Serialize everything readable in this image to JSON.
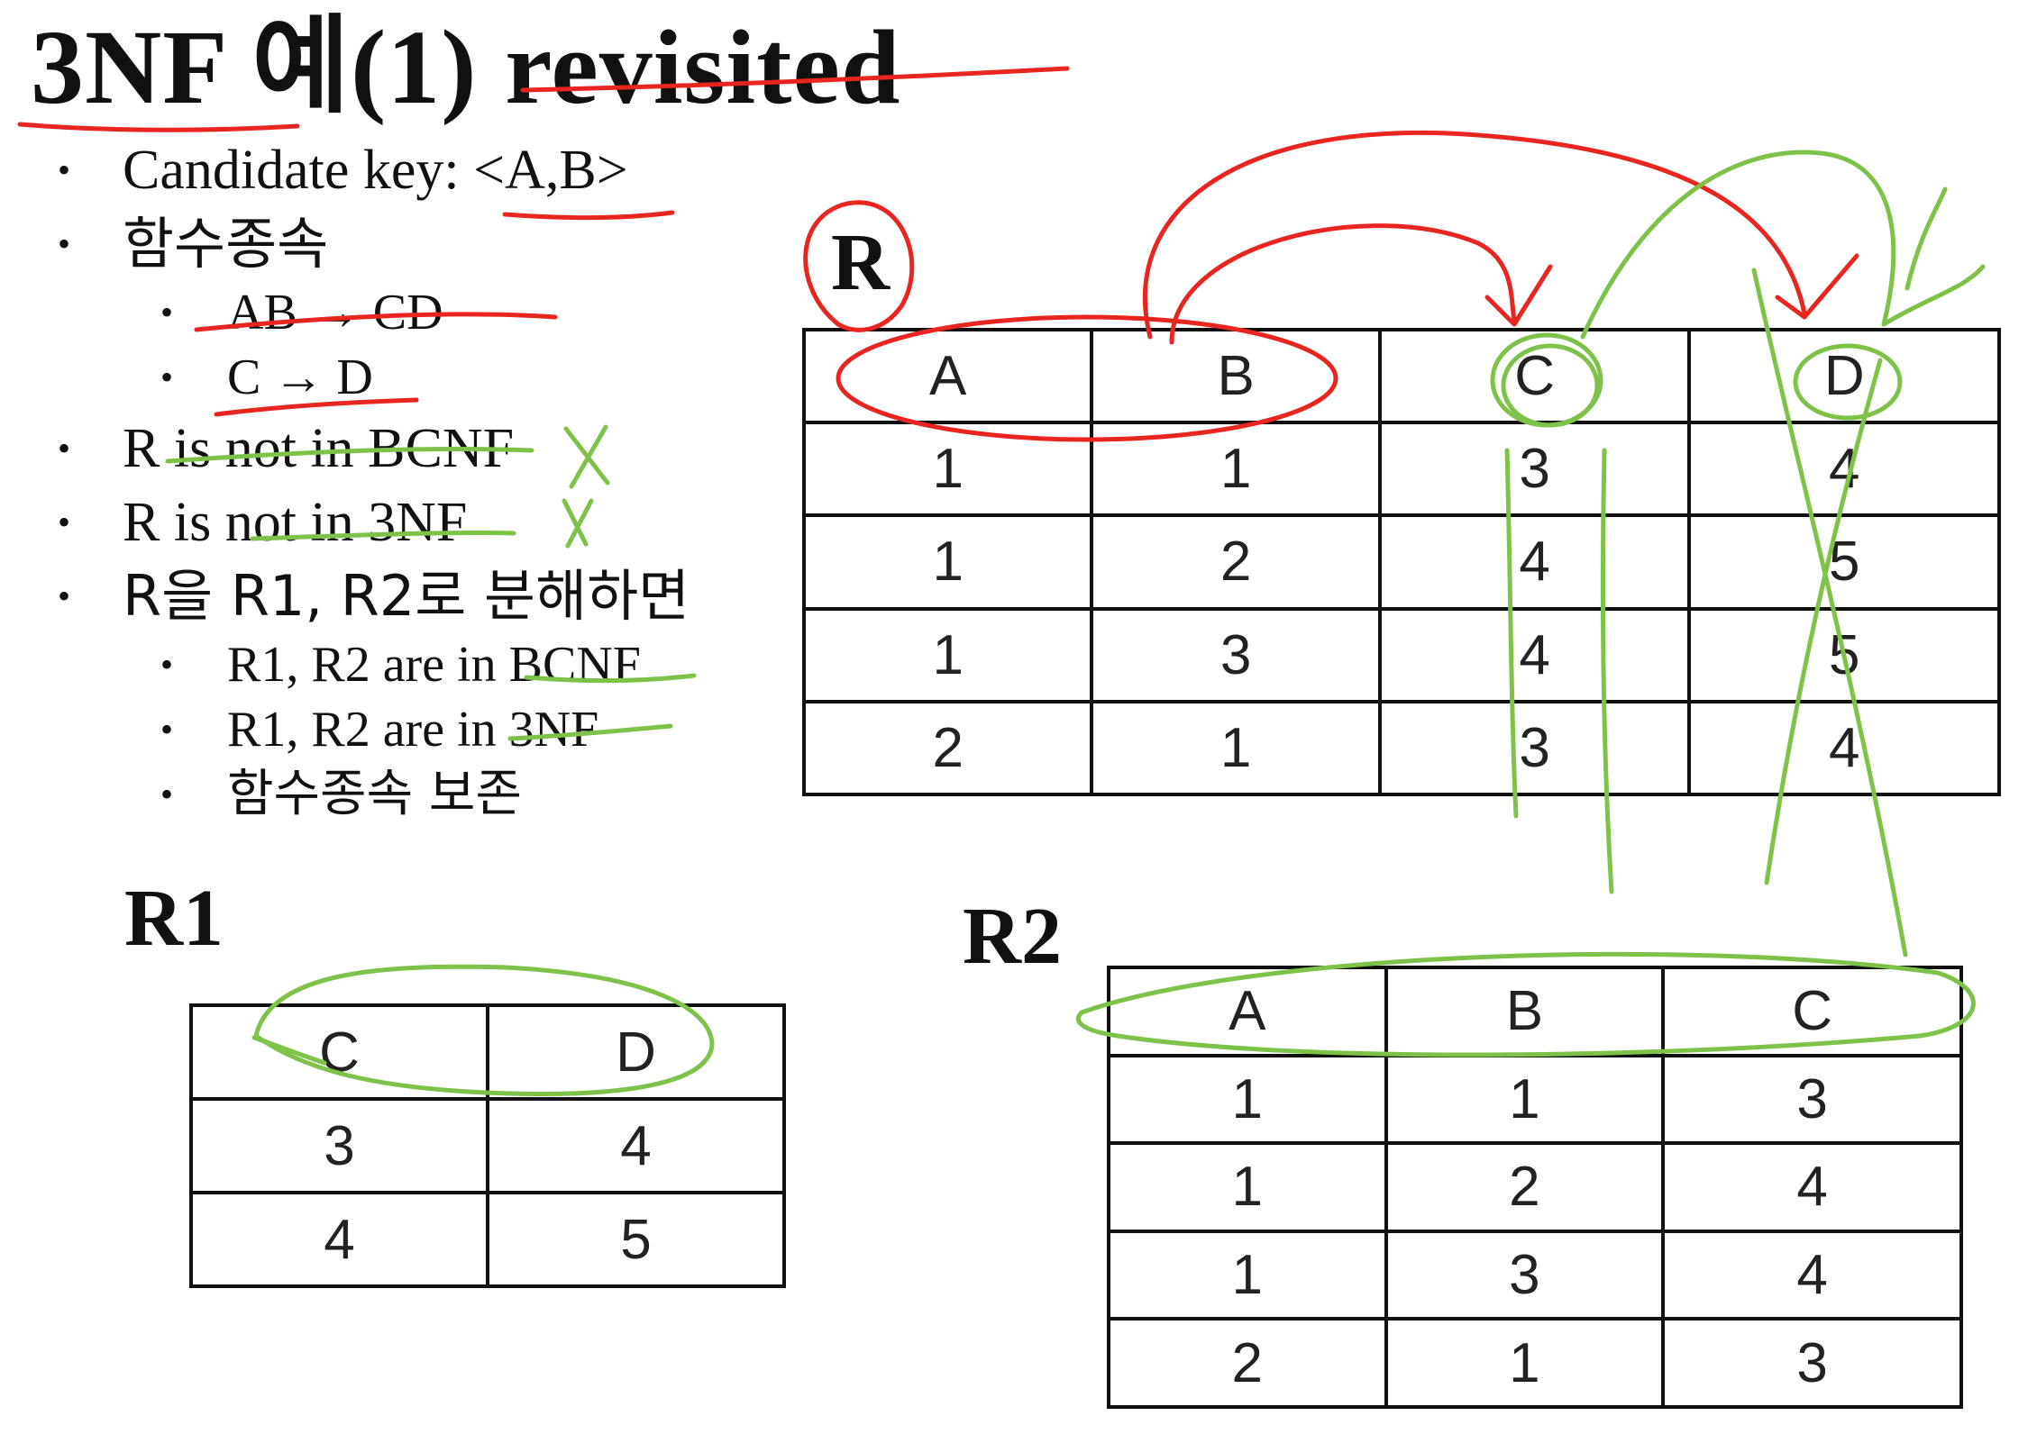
{
  "title": {
    "main": "3NF ",
    "ko": "예",
    "paren": "(1) ",
    "suffix": "revisited"
  },
  "bullets": [
    {
      "level": 1,
      "text": "Candidate key: <A,B>"
    },
    {
      "level": 1,
      "text": "함수종속",
      "korean": true
    },
    {
      "level": 2,
      "text": "AB → CD"
    },
    {
      "level": 2,
      "text": "C → D"
    },
    {
      "level": 1,
      "text": "R is not in BCNF"
    },
    {
      "level": 1,
      "text": "R is not in 3NF"
    },
    {
      "level": 1,
      "text": "R을 R1, R2로 분해하면",
      "korean": true
    },
    {
      "level": 2,
      "text": "R1, R2 are in BCNF"
    },
    {
      "level": 2,
      "text": "R1, R2 are in 3NF"
    },
    {
      "level": 2,
      "text": "함수종속 보존",
      "korean": true
    }
  ],
  "bullet_glyph": "•",
  "tables": {
    "R": {
      "label": "R",
      "headers": [
        "A",
        "B",
        "C",
        "D"
      ],
      "rows": [
        [
          "1",
          "1",
          "3",
          "4"
        ],
        [
          "1",
          "2",
          "4",
          "5"
        ],
        [
          "1",
          "3",
          "4",
          "5"
        ],
        [
          "2",
          "1",
          "3",
          "4"
        ]
      ]
    },
    "R1": {
      "label": "R1",
      "headers": [
        "C",
        "D"
      ],
      "rows": [
        [
          "3",
          "4"
        ],
        [
          "4",
          "5"
        ]
      ]
    },
    "R2": {
      "label": "R2",
      "headers": [
        "A",
        "B",
        "C"
      ],
      "rows": [
        [
          "1",
          "1",
          "3"
        ],
        [
          "1",
          "2",
          "4"
        ],
        [
          "1",
          "3",
          "4"
        ],
        [
          "2",
          "1",
          "3"
        ]
      ]
    }
  },
  "annotation_colors": {
    "red": "#e8261f",
    "green": "#7fc24a"
  },
  "annotation_marks": {
    "x_mark": "✗"
  }
}
